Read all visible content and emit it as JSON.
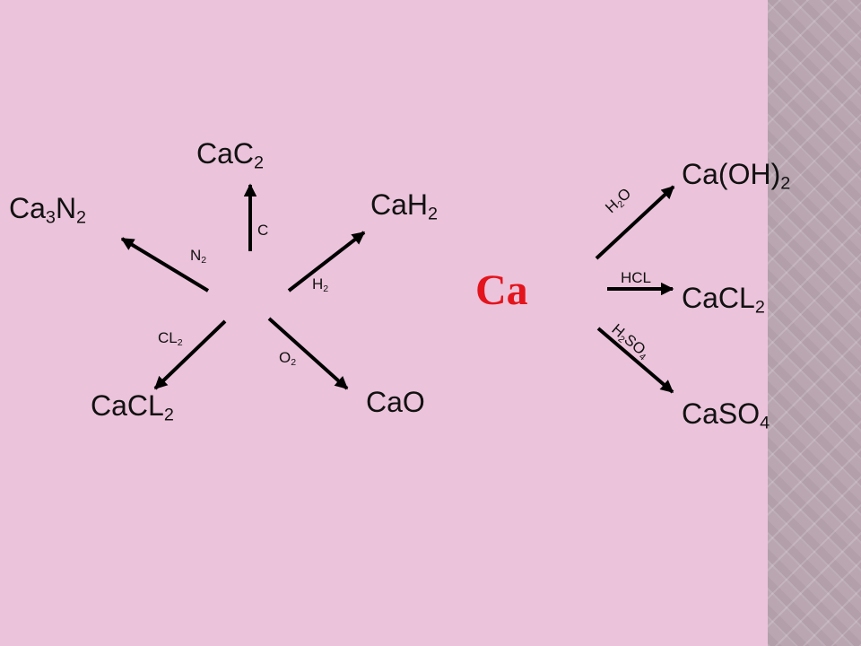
{
  "center": {
    "label": "Ca",
    "color": "#e3141c"
  },
  "left_diagram": {
    "products": {
      "cac2": {
        "base": "CaC",
        "sub": "2"
      },
      "ca3n2": {
        "a": "Ca",
        "sub1": "3",
        "b": "N",
        "sub2": "2"
      },
      "cah2": {
        "base": "CaH",
        "sub": "2"
      },
      "cacl2": {
        "base": "CaCL",
        "sub": "2"
      },
      "cao": {
        "base": "CaO"
      }
    },
    "reagents": {
      "c": {
        "base": "C"
      },
      "n2": {
        "base": "N",
        "sub": "2"
      },
      "h2": {
        "base": "H",
        "sub": "2"
      },
      "cl2": {
        "base": "CL",
        "sub": "2"
      },
      "o2": {
        "base": "O",
        "sub": "2"
      }
    }
  },
  "right_diagram": {
    "products": {
      "caoh2": {
        "base": "Ca(OH)",
        "sub": "2"
      },
      "cacl2": {
        "base": "CaCL",
        "sub": "2"
      },
      "caso4": {
        "base": "CaSO",
        "sub": "4"
      }
    },
    "reagents": {
      "h2o": {
        "a": "H",
        "sub": "2",
        "b": "O"
      },
      "hcl": {
        "base": "HCL"
      },
      "h2so4": {
        "a": "H",
        "sub1": "2",
        "b": "SO",
        "sub2": "4"
      }
    }
  },
  "colors": {
    "background": "#ebc3da",
    "side_band": "#b9a6b1",
    "arrow": "#000000"
  }
}
